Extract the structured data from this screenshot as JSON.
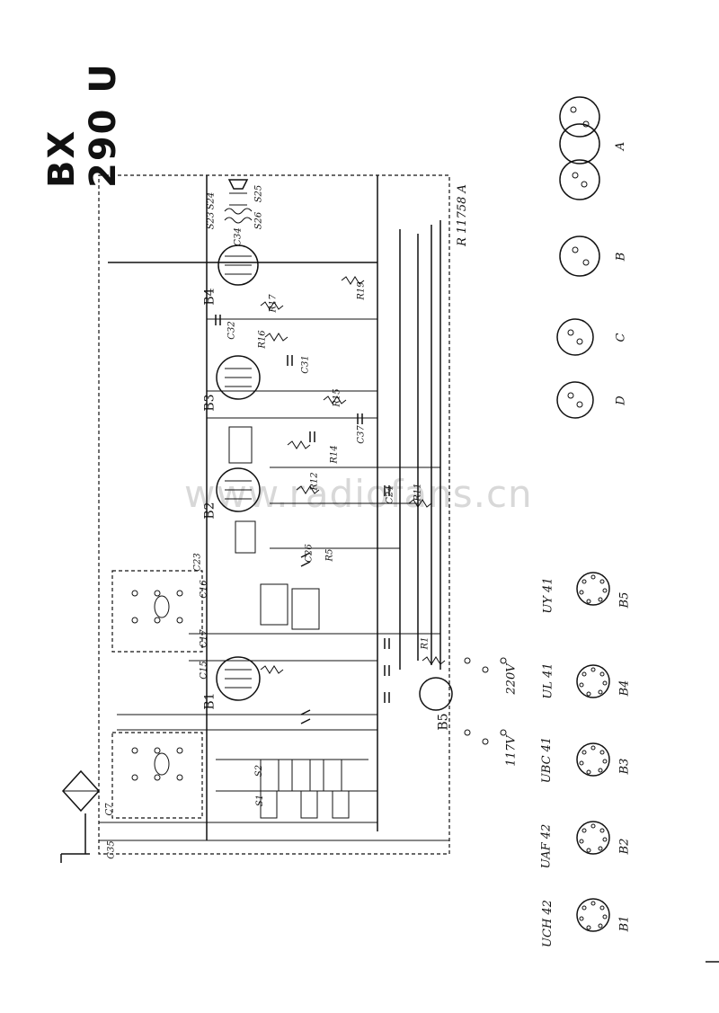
{
  "title": "BX 290 U",
  "watermark": "www.radiofans.cn",
  "reference": "R 11758 A",
  "tubes": [
    {
      "ref": "B1",
      "type": "UCH 42",
      "socket": "B1"
    },
    {
      "ref": "B2",
      "type": "UAF 42",
      "socket": "B2"
    },
    {
      "ref": "B3",
      "type": "UBC 41",
      "socket": "B3"
    },
    {
      "ref": "B4",
      "type": "UL 41",
      "socket": "B4"
    },
    {
      "ref": "B5",
      "type": "UY 41",
      "socket": "B5"
    }
  ],
  "switch_views": [
    "A",
    "B",
    "C",
    "D"
  ],
  "voltage_labels": [
    "117V",
    "220V"
  ],
  "component_labels": [
    "C7",
    "C15",
    "C16",
    "C17",
    "C23",
    "C24",
    "C26",
    "C31",
    "C32",
    "C34",
    "C35",
    "C37",
    "R1",
    "R5",
    "R11",
    "R12",
    "R14",
    "R15",
    "R16",
    "R17",
    "R19",
    "S1",
    "S2",
    "S23",
    "S24",
    "S25",
    "S26"
  ]
}
